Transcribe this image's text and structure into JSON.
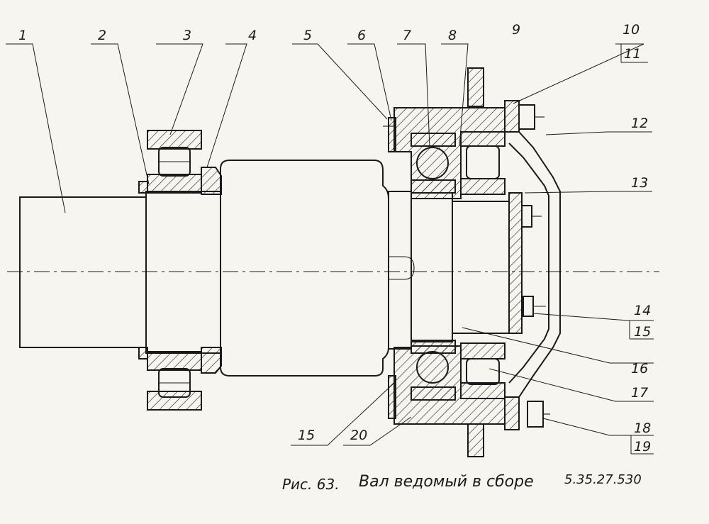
{
  "drawing": {
    "part_numbers": [
      "1",
      "2",
      "3",
      "4",
      "5",
      "6",
      "7",
      "8",
      "9",
      "10",
      "11",
      "12",
      "13",
      "14",
      "15",
      "16",
      "17",
      "15",
      "20",
      "18",
      "19"
    ],
    "caption_fig": "Рис. 63.",
    "caption_title": "Вал ведомый в сборе",
    "drawing_code": "5.35.27.530"
  }
}
